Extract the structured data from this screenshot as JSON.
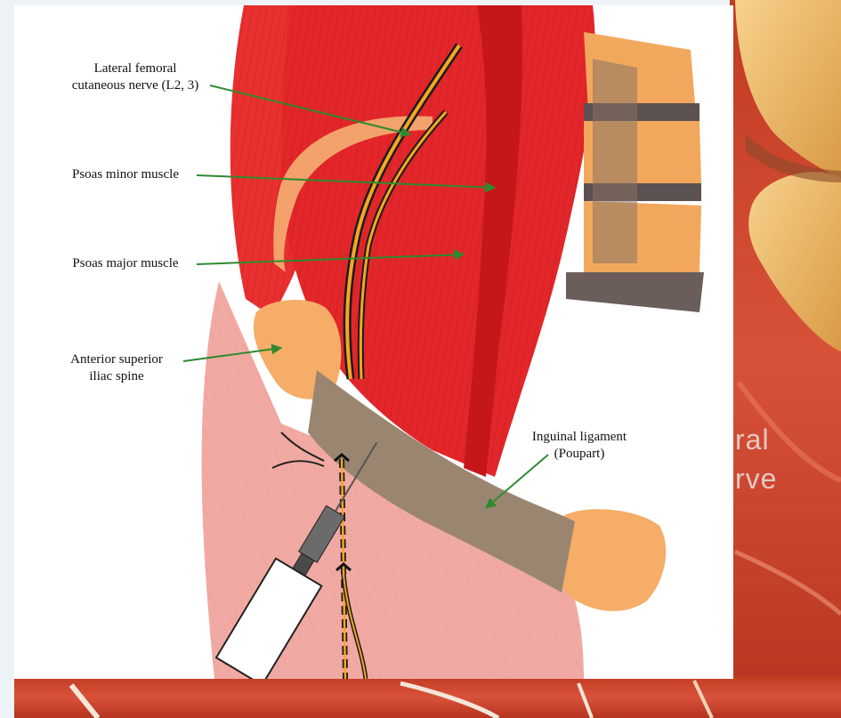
{
  "labels": {
    "lateral_femoral_line1": "Lateral femoral",
    "lateral_femoral_line2": "cutaneous nerve (L2, 3)",
    "psoas_minor": "Psoas minor muscle",
    "psoas_major": "Psoas major muscle",
    "asis_line1": "Anterior superior",
    "asis_line2": "iliac spine",
    "inguinal_line1": "Inguinal ligament",
    "inguinal_line2": "(Poupart)"
  },
  "background_photo_text": {
    "line1": "ral",
    "line2": "rve"
  },
  "colors": {
    "muscle": "#e2262a",
    "muscle_dark": "#a5141a",
    "skin": "#f0a8a0",
    "bone": "#f6b36a",
    "ligament": "#9a8670",
    "arrow": "#2f8a2f",
    "nerve": "#f5a623",
    "page": "#eef3f8"
  }
}
